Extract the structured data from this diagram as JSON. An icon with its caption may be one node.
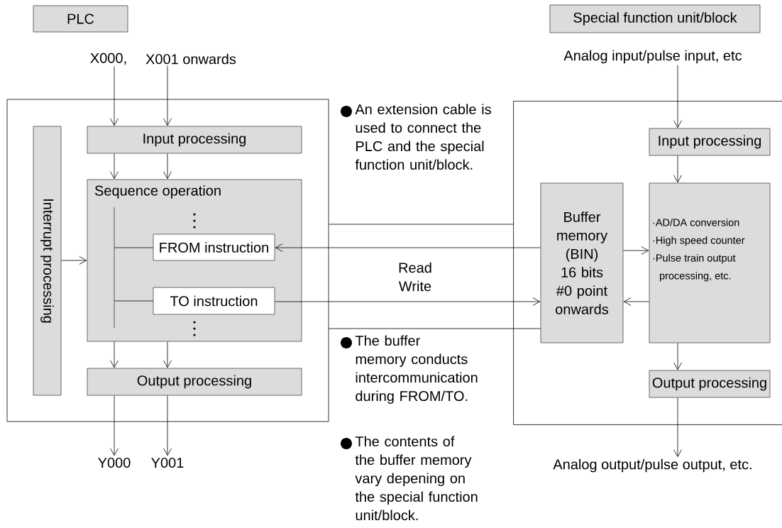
{
  "diagram": {
    "nodes": [
      {
        "text": [
          "PLC"
        ]
      },
      {
        "text": [
          "Special function unit/block"
        ]
      },
      {
        "text": [
          "X000,"
        ]
      },
      {
        "text": [
          "X001 onwards"
        ]
      },
      {
        "text": [],
        "shape": "box"
      },
      {
        "text": [
          "Interrupt processing"
        ],
        "in": 4
      },
      {
        "text": [
          "Input processing"
        ],
        "in": 4
      },
      {
        "text": [
          "Sequence operation"
        ],
        "in": 4
      },
      {
        "text": [
          "FROM instruction"
        ],
        "in": 7
      },
      {
        "text": [
          "TO  instruction"
        ],
        "in": 7
      },
      {
        "text": [
          "Output processing"
        ],
        "in": 4
      },
      {
        "text": [
          "Y000"
        ]
      },
      {
        "text": [
          "Y001"
        ]
      },
      {
        "text": [],
        "shape": "box"
      },
      {
        "text": [
          "Analog input/pulse input, etc"
        ]
      },
      {
        "text": [
          "Input processing"
        ],
        "in": 13
      },
      {
        "text": [
          "Buffer memory (BIN) 16 bits #0 point onwards"
        ],
        "in": 13
      },
      {
        "text": [
          "·AD/DA conversion",
          "·High speed counter",
          "·Pulse train output processing, etc."
        ],
        "in": 13
      },
      {
        "text": [
          "Output processing"
        ],
        "in": 13
      },
      {
        "text": [
          "Analog output/pulse output, etc."
        ]
      }
    ],
    "edges": [
      {
        "from": 2,
        "to": 6,
        "arrow": "to"
      },
      {
        "from": 3,
        "to": 6,
        "arrow": "to"
      },
      {
        "from": 6,
        "to": 7,
        "arrow": "to"
      },
      {
        "from": 6,
        "to": 7,
        "arrow": "to"
      },
      {
        "from": 5,
        "to": 7,
        "arrow": "to"
      },
      {
        "from": 7,
        "to": 10,
        "arrow": "to"
      },
      {
        "from": 7,
        "to": 10,
        "arrow": "to"
      },
      {
        "from": 10,
        "to": 11,
        "arrow": "to"
      },
      {
        "from": 10,
        "to": 12,
        "arrow": "to"
      },
      {
        "from": 16,
        "to": 8,
        "arrow": "to",
        "label": "Read"
      },
      {
        "from": 9,
        "to": 16,
        "arrow": "to",
        "label": "Write"
      },
      {
        "from": 4,
        "to": 13,
        "arrow": "none"
      },
      {
        "from": 4,
        "to": 16,
        "arrow": "none"
      },
      {
        "from": 14,
        "to": 15,
        "arrow": "to"
      },
      {
        "from": 15,
        "to": 17,
        "arrow": "to"
      },
      {
        "from": 16,
        "to": 17,
        "arrow": "to"
      },
      {
        "from": 17,
        "to": 16,
        "arrow": "to"
      },
      {
        "from": 17,
        "to": 18,
        "arrow": "to"
      },
      {
        "from": 18,
        "to": 19,
        "arrow": "to"
      }
    ],
    "labels": [
      "An extension cable is used to connect the PLC and the special function unit/block.",
      "The buffer memory conducts intercommunication during FROM/TO.",
      "The contents of the buffer memory vary depening on  the special function unit/block."
    ]
  }
}
